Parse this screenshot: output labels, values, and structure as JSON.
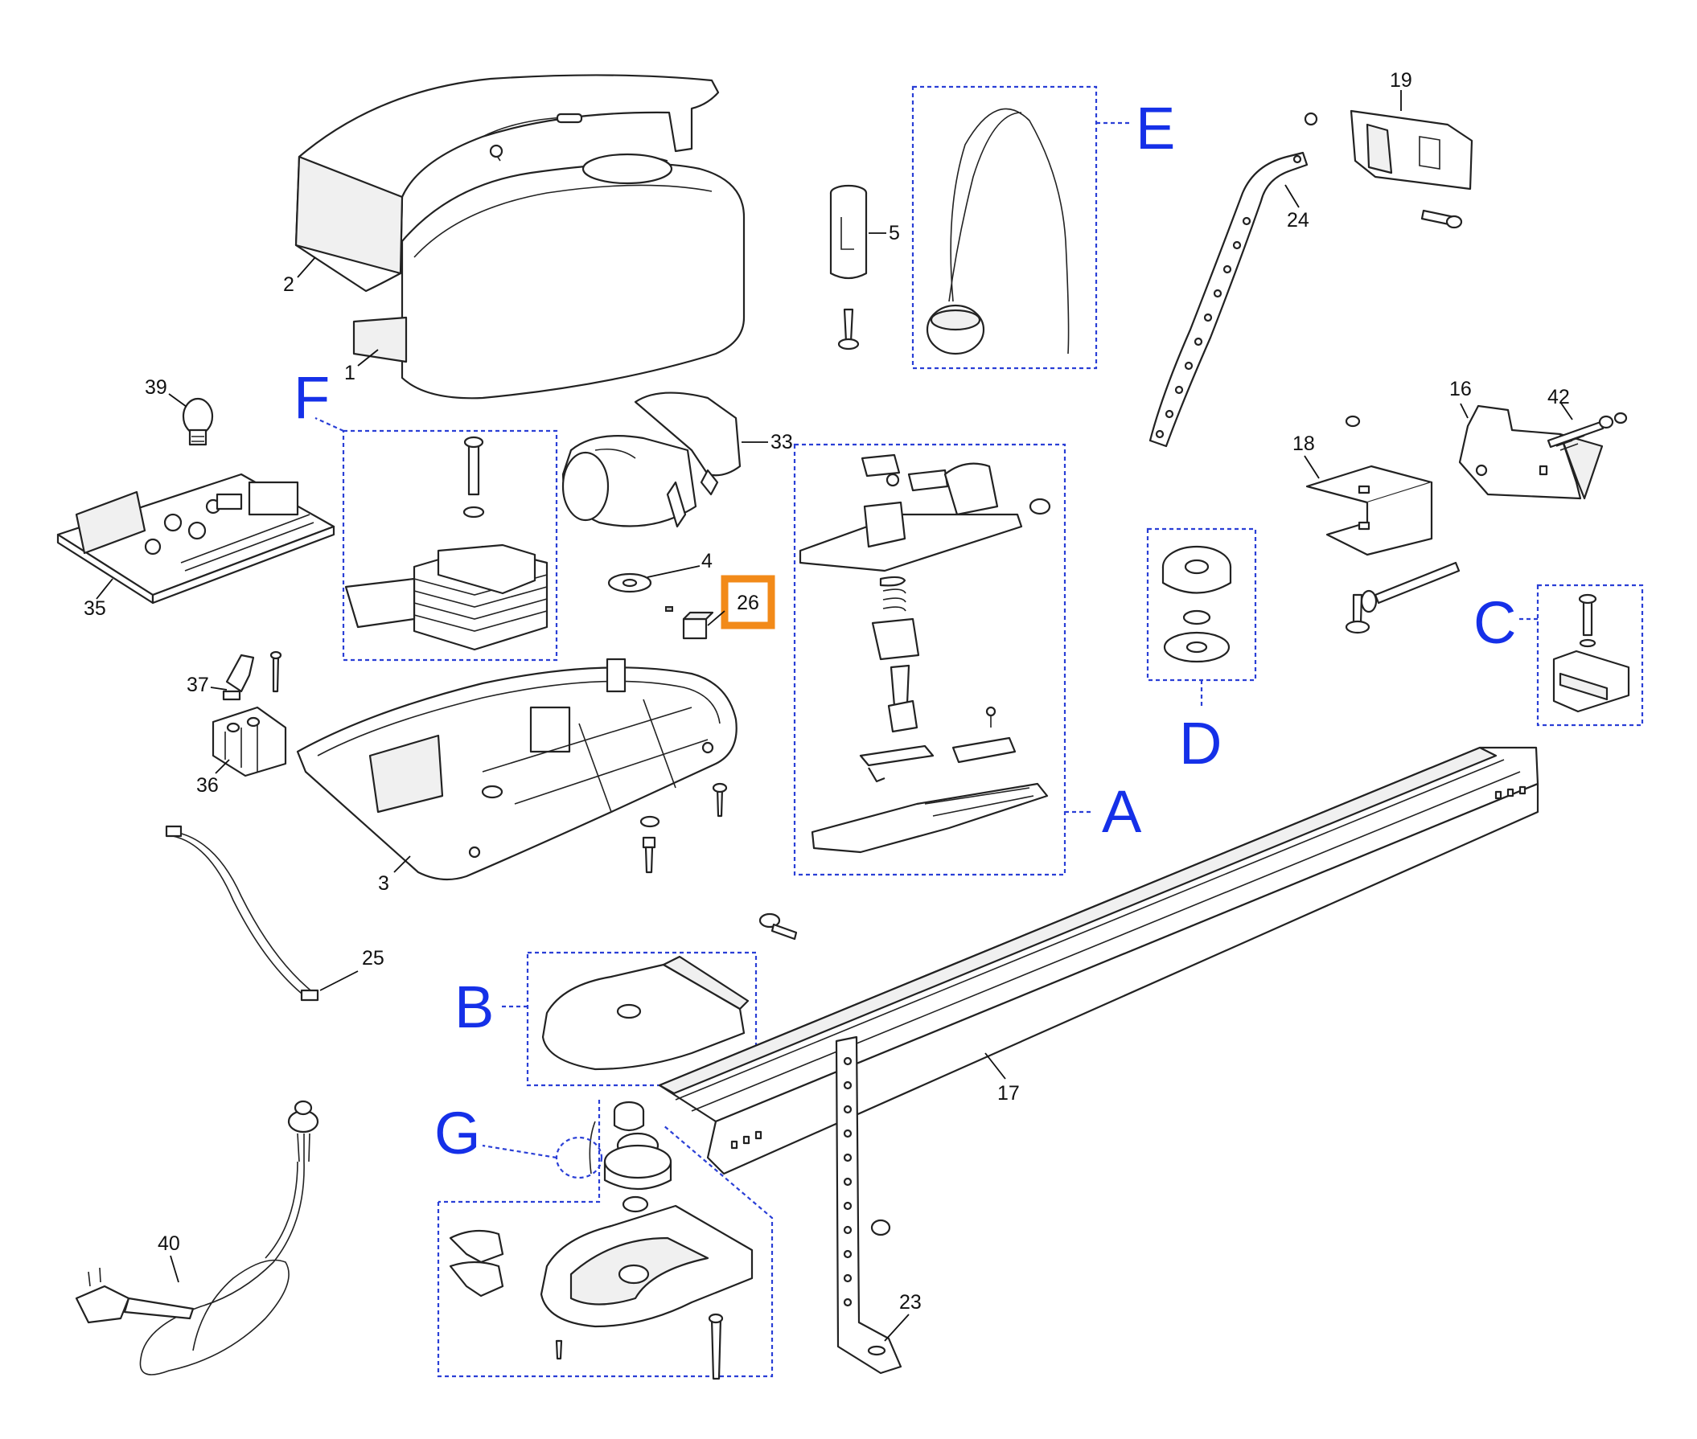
{
  "callouts": {
    "c1": "1",
    "c2": "2",
    "c3": "3",
    "c4": "4",
    "c5": "5",
    "c16": "16",
    "c17": "17",
    "c18": "18",
    "c19": "19",
    "c23": "23",
    "c24": "24",
    "c25": "25",
    "c26": "26",
    "c33": "33",
    "c35": "35",
    "c36": "36",
    "c37": "37",
    "c39": "39",
    "c40": "40",
    "c42": "42"
  },
  "groups": {
    "A": "A",
    "B": "B",
    "C": "C",
    "D": "D",
    "E": "E",
    "F": "F",
    "G": "G"
  },
  "highlight": {
    "part": "26",
    "color": "#f28a19"
  },
  "colors": {
    "group_label": "#1530e8",
    "group_outline": "#2a3fd6",
    "highlight": "#f28a19",
    "line_art": "#222222"
  }
}
